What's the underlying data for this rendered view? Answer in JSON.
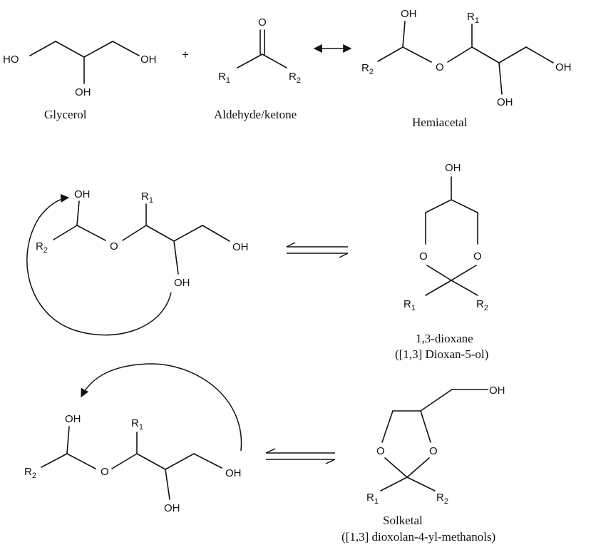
{
  "atoms": {
    "HO": "HO",
    "OH": "OH",
    "O": "O",
    "R": "R",
    "sub1": "1",
    "sub2": "2"
  },
  "row1": {
    "plus": "+",
    "glycerol_caption": "Glycerol",
    "carbonyl_caption": "Aldehyde/ketone",
    "hemiacetal_caption": "Hemiacetal"
  },
  "row2": {
    "product_caption_line1": "1,3-dioxane",
    "product_caption_line2": "([1,3] Dioxan-5-ol)"
  },
  "row3": {
    "product_caption_line1": "Solketal",
    "product_caption_line2": "([1,3] dioxolan-4-yl-methanols)"
  },
  "colors": {
    "ink": "#111111",
    "background": "#ffffff"
  }
}
